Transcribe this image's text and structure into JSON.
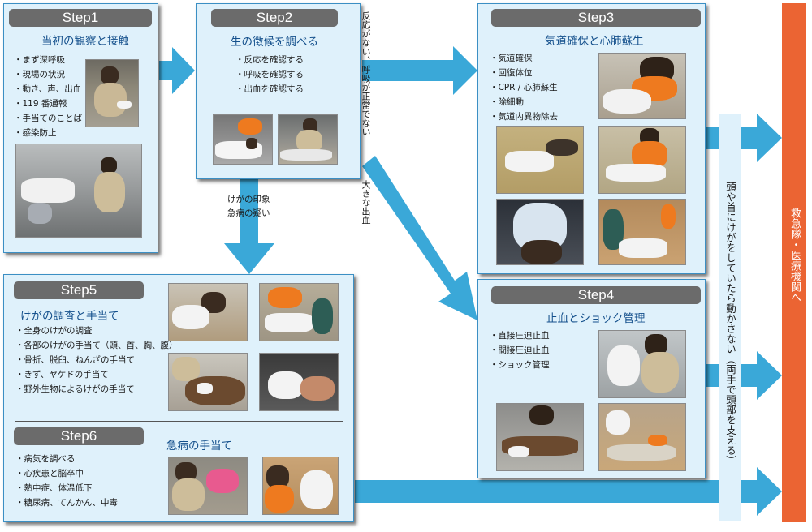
{
  "steps": {
    "s1": {
      "badge": "Step1",
      "title": "当初の観察と接触",
      "items": [
        "・まず深呼吸",
        "・現場の状況",
        "・動き、声、出血",
        "・119 番通報",
        "・手当てのことば",
        "・感染防止"
      ]
    },
    "s2": {
      "badge": "Step2",
      "title": "生の徴候を調べる",
      "items": [
        "・反応を確認する",
        "・呼吸を確認する",
        "・出血を確認する"
      ]
    },
    "s3": {
      "badge": "Step3",
      "title": "気道確保と心肺蘇生",
      "items": [
        "・気道確保",
        "・回復体位",
        "・CPR / 心肺蘇生",
        "・除細動",
        "・気道内異物除去"
      ]
    },
    "s4": {
      "badge": "Step4",
      "title": "止血とショック管理",
      "items": [
        "・直接圧迫止血",
        "・間接圧迫止血",
        "・ショック管理"
      ]
    },
    "s5": {
      "badge": "Step5",
      "title": "けがの調査と手当て",
      "items": [
        "・全身のけがの調査",
        "・各部のけがの手当て（頭、首、胸、腹）",
        "・骨折、脱臼、ねんざの手当て",
        "・きず、ヤケドの手当て",
        "・野外生物によるけがの手当て"
      ]
    },
    "s6": {
      "badge": "Step6",
      "title": "急病の手当て",
      "items": [
        "・病気を調べる",
        "・心疾患と脳卒中",
        "・熱中症、体温低下",
        "・糖尿病、てんかん、中毒"
      ]
    }
  },
  "arrow_labels": {
    "no_response": "反応がない、呼吸が正常でない",
    "heavy_bleeding": "大きな出血",
    "injury_line1": "けがの印象",
    "injury_line2": "急病の疑い"
  },
  "side_notes": {
    "head_neck": "頭や首にけがをしていたら動かさない（両手で頭部を支える）",
    "ambulance": "救急隊・医療機関へ"
  },
  "colors": {
    "panel_bg": "#dff1fb",
    "panel_border": "#3b8fc4",
    "badge": "#6b6b6b",
    "title": "#14508c",
    "arrow": "#3aa8d8",
    "ambulance": "#eb6433"
  }
}
